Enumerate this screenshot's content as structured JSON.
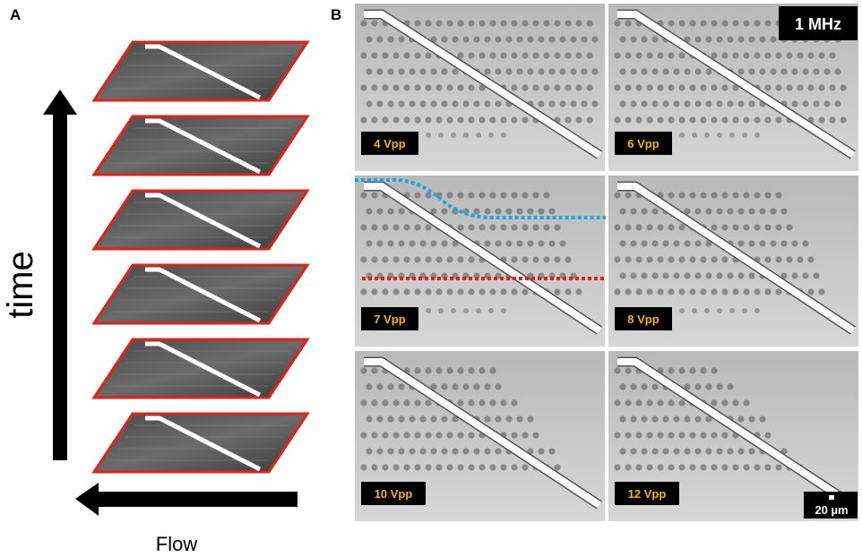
{
  "panel_a": {
    "label": "A",
    "time_label": "time",
    "flow_label": "Flow",
    "frame_count": 6
  },
  "panel_b": {
    "label": "B",
    "frequency": "1 MHz",
    "scale_bar": "20 µm",
    "frames": [
      {
        "voltage": "4 Vpp"
      },
      {
        "voltage": "6 Vpp"
      },
      {
        "voltage": "7 Vpp"
      },
      {
        "voltage": "8 Vpp"
      },
      {
        "voltage": "10 Vpp"
      },
      {
        "voltage": "12 Vpp"
      }
    ]
  },
  "colors": {
    "frame_border": "#e32119",
    "electrode": "#ffffff",
    "micrograph_bg": "#c9c9c9",
    "droplet": "#6e6e6e",
    "blue_trace": "#18a9e0",
    "red_trace": "#e32119",
    "label_bg": "#000000",
    "label_text": "#f2b705"
  }
}
